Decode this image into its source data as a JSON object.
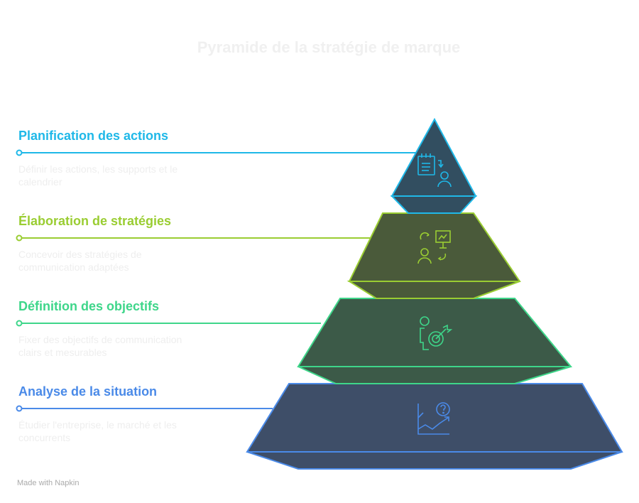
{
  "title": "Pyramide de la stratégie de marque",
  "levels": [
    {
      "heading": "Planification des actions",
      "description": "Définir les actions, les supports et le calendrier",
      "color": "#1fb8e8",
      "icon": "calendar-person-icon"
    },
    {
      "heading": "Élaboration de stratégies",
      "description": "Concevoir des stratégies de communication adaptées",
      "color": "#9acd32",
      "icon": "strategy-presentation-icon"
    },
    {
      "heading": "Définition des objectifs",
      "description": "Fixer des objectifs de communication clairs et mesurables",
      "color": "#3ed68a",
      "icon": "person-target-icon"
    },
    {
      "heading": "Analyse de la situation",
      "description": "Étudier l'entreprise, le marché et les concurrents",
      "color": "#4a8ae8",
      "icon": "chart-question-icon"
    }
  ],
  "footer": "Made with Napkin"
}
